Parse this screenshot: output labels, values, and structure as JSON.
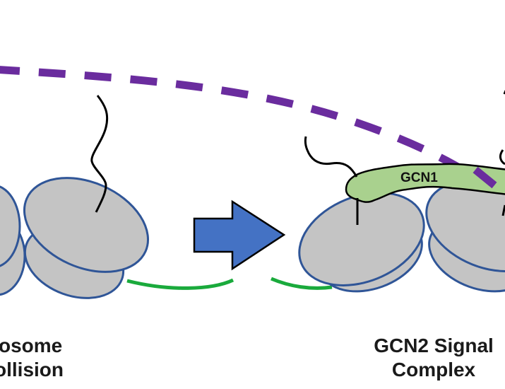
{
  "diagram": {
    "left_caption": {
      "line1": "osome",
      "line2": "ollision"
    },
    "right_caption": {
      "line1": "GCN2 Signal",
      "line2": "Complex"
    },
    "protein_label": "GCN1",
    "colors": {
      "ribosome_fill": "#c4c4c4",
      "ribosome_stroke": "#2f5597",
      "mrna": "#1aaa3c",
      "arrow_fill": "#4472c4",
      "gcn1_fill": "#a9d18e",
      "dashed_path": "#6a2c9e",
      "peptide": "#000000"
    }
  }
}
